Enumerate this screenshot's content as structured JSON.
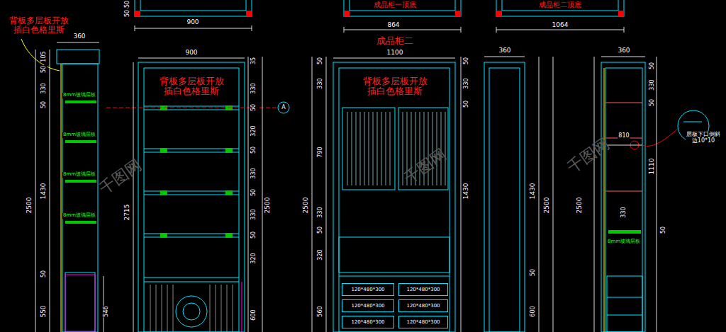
{
  "diagram": {
    "nodes": [
      {
        "text": [
          "120*480*300"
        ]
      },
      {
        "text": [
          "120*480*300"
        ]
      },
      {
        "text": [
          "120*480*300"
        ]
      },
      {
        "text": [
          "120*480*300"
        ]
      },
      {
        "text": [
          "120*480*300"
        ]
      },
      {
        "text": [
          "120*480*300"
        ]
      }
    ],
    "labels": [
      "50",
      "50",
      "900",
      "成品柜一顶底",
      "864",
      "成品柜二顶底",
      "1064",
      "背板多层板开放 插白色格里斯",
      "360",
      "105",
      "50",
      "330",
      "50",
      "1430",
      "2500",
      "50",
      "550",
      "546",
      "8mm玻璃层板",
      "8mm玻璃层板",
      "8mm玻璃层板",
      "8mm玻璃层板",
      "900",
      "背板多层板开放 插白色格里斯",
      "35",
      "330",
      "50",
      "320",
      "50",
      "330",
      "50",
      "330",
      "50",
      "320",
      "600",
      "2715",
      "2500",
      "A",
      "成品柜二",
      "1100",
      "背板多层板开放 插白色格里斯",
      "50",
      "330",
      "790",
      "2500",
      "330",
      "50",
      "320",
      "560",
      "50",
      "330",
      "50",
      "1430",
      "360",
      "1430",
      "2500",
      "50",
      "600",
      "360",
      "2500",
      "50",
      "330",
      "50",
      "1110",
      "330",
      "50",
      "810",
      "8mm玻璃层板",
      "层板下口倒斜边10*10",
      "千图网",
      "千图网",
      "千图网"
    ]
  }
}
